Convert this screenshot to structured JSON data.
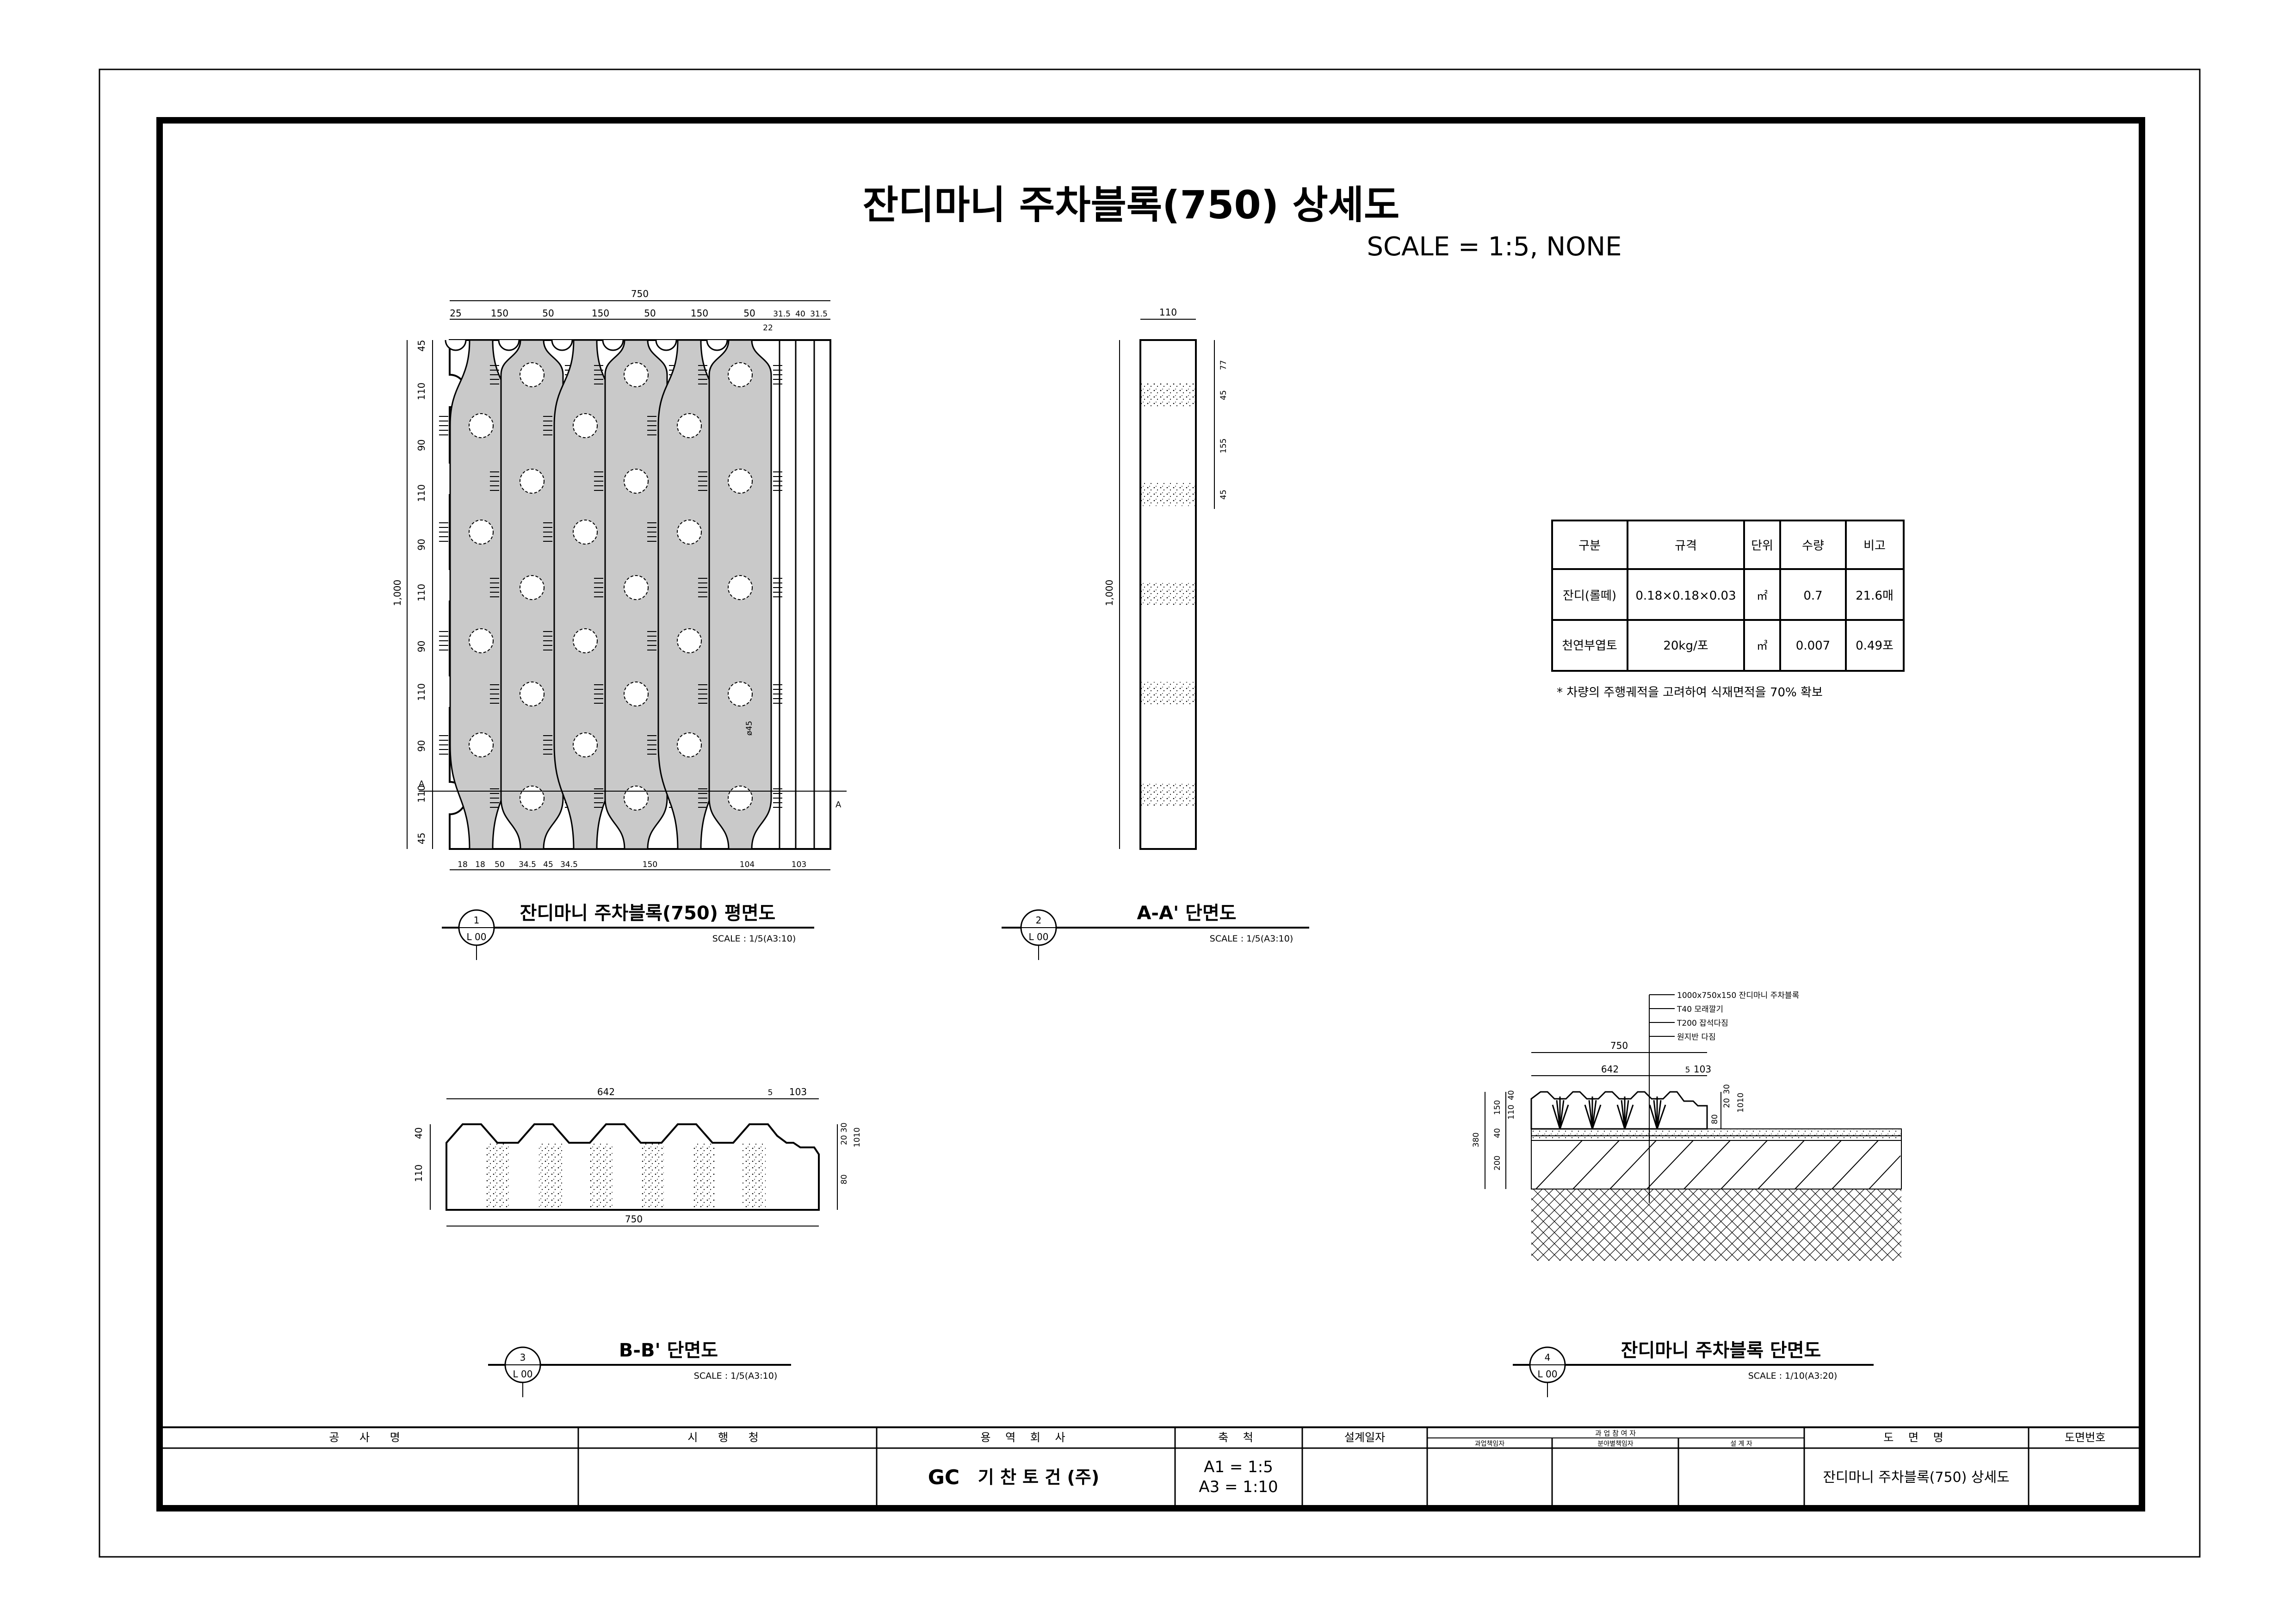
{
  "title": "잔디마니 주차블록(750) 상세도",
  "scale": "SCALE = 1:5,  NONE",
  "views": [
    {
      "num": "1",
      "ref": "L 00",
      "title": "잔디마니 주차블록(750) 평면도",
      "scale": "SCALE : 1/5(A3:10)"
    },
    {
      "num": "2",
      "ref": "L 00",
      "title": "A-A' 단면도",
      "scale": "SCALE : 1/5(A3:10)"
    },
    {
      "num": "3",
      "ref": "L 00",
      "title": "B-B' 단면도",
      "scale": "SCALE : 1/5(A3:10)"
    },
    {
      "num": "4",
      "ref": "L 00",
      "title": "잔디마니 주차블록 단면도",
      "scale": "SCALE : 1/10(A3:20)"
    }
  ],
  "plan_dims": {
    "total_width": "750",
    "top": [
      "25",
      "150",
      "50",
      "150",
      "50",
      "150",
      "50",
      "31.5",
      "40",
      "31.5"
    ],
    "top_small": "22",
    "left": [
      "45",
      "110",
      "90",
      "110",
      "90",
      "110",
      "90",
      "110",
      "90",
      "110",
      "45"
    ],
    "left_total": "1,000",
    "bottom": [
      "18",
      "18",
      "50",
      "34.5",
      "45",
      "34.5",
      "150",
      "104",
      "103"
    ],
    "hole_label": "ø45",
    "section_mark": "A"
  },
  "aa_dims": {
    "width": "110",
    "right": [
      "77",
      "45",
      "155",
      "45"
    ],
    "height": "1,000"
  },
  "bb_dims": {
    "top": [
      "642",
      "5",
      "103"
    ],
    "bottom": "750",
    "left": [
      "40",
      "110"
    ],
    "right": [
      "20",
      "30",
      "80"
    ],
    "right_v": "1010"
  },
  "detail_dims": {
    "total": "750",
    "inner": [
      "642",
      "5",
      "103"
    ],
    "left": [
      "150",
      "110",
      "40",
      "40",
      "200",
      "380"
    ],
    "right": [
      "80",
      "20",
      "30"
    ],
    "right_v": "1010",
    "callouts": [
      "1000x750x150 잔디마니 주차블록",
      "T40 모래깔기",
      "T200 잡석다짐",
      "원지반 다짐"
    ]
  },
  "material_table": {
    "headers": [
      "구분",
      "규격",
      "단위",
      "수량",
      "비고"
    ],
    "rows": [
      [
        "잔디(롤떼)",
        "0.18×0.18×0.03",
        "㎡",
        "0.7",
        "21.6매"
      ],
      [
        "천연부엽토",
        "20kg/포",
        "㎥",
        "0.007",
        "0.49포"
      ]
    ],
    "note": "* 차량의 주행궤적을 고려하여 식재면적을 70% 확보"
  },
  "title_block": {
    "headers": [
      "공 사 명",
      "시 행 청",
      "용 역 회 사",
      "축 척",
      "설계일자",
      "과 업 참 여 자",
      "도 면 명",
      "도면번호"
    ],
    "sub_headers": [
      "과업책임자",
      "분야별책임자",
      "설 계 자"
    ],
    "company": "기 찬 토 건 (주)",
    "company_logo": "GC",
    "scale_lines": [
      "A1 = 1:5",
      "A3 = 1:10"
    ],
    "drawing_name": "잔디마니 주차블록(750) 상세도"
  }
}
